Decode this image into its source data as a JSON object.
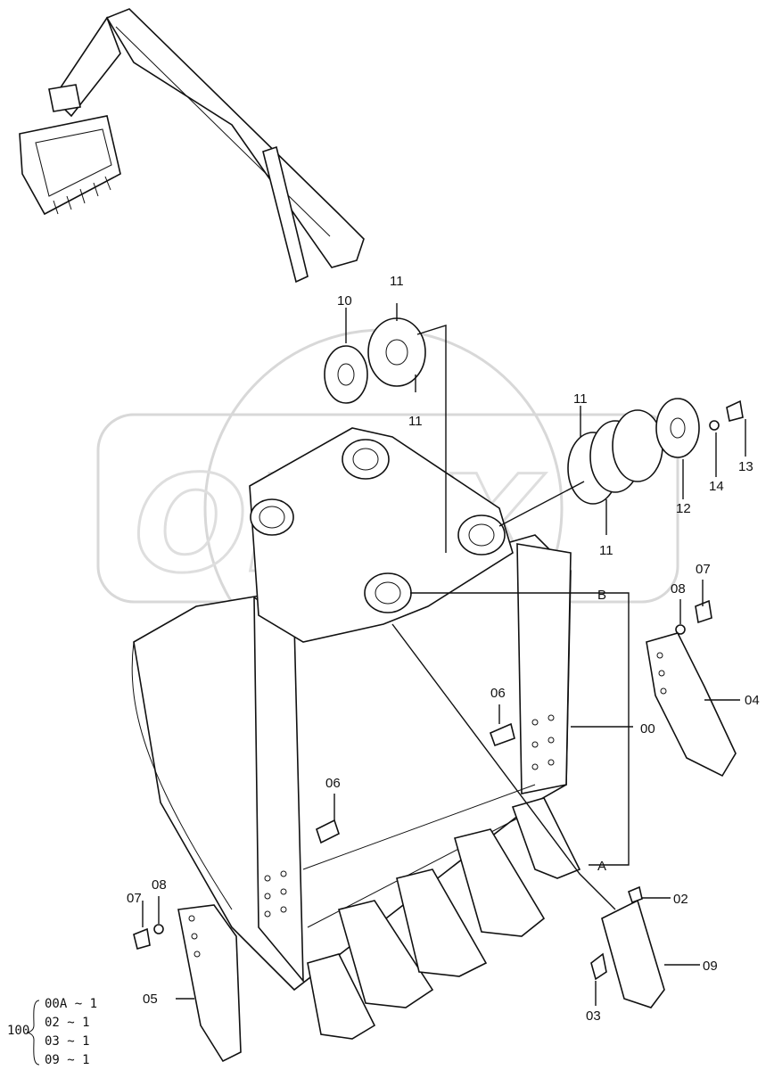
{
  "labels": {
    "l00": "00",
    "l02": "02",
    "l03": "03",
    "l04": "04",
    "l05": "05",
    "l06a": "06",
    "l06b": "06",
    "l07a": "07",
    "l07b": "07",
    "l08a": "08",
    "l08b": "08",
    "l09": "09",
    "l10": "10",
    "l11a": "11",
    "l11b": "11",
    "l11c": "11",
    "l11d": "11",
    "l12": "12",
    "l13": "13",
    "l14": "14",
    "lA": "A",
    "lB": "B"
  },
  "kit": {
    "number": "100",
    "items": [
      "00A ~ 1",
      "02  ~ 1",
      "03  ~ 1",
      "09  ~ 1"
    ]
  },
  "watermark": "OPEX"
}
